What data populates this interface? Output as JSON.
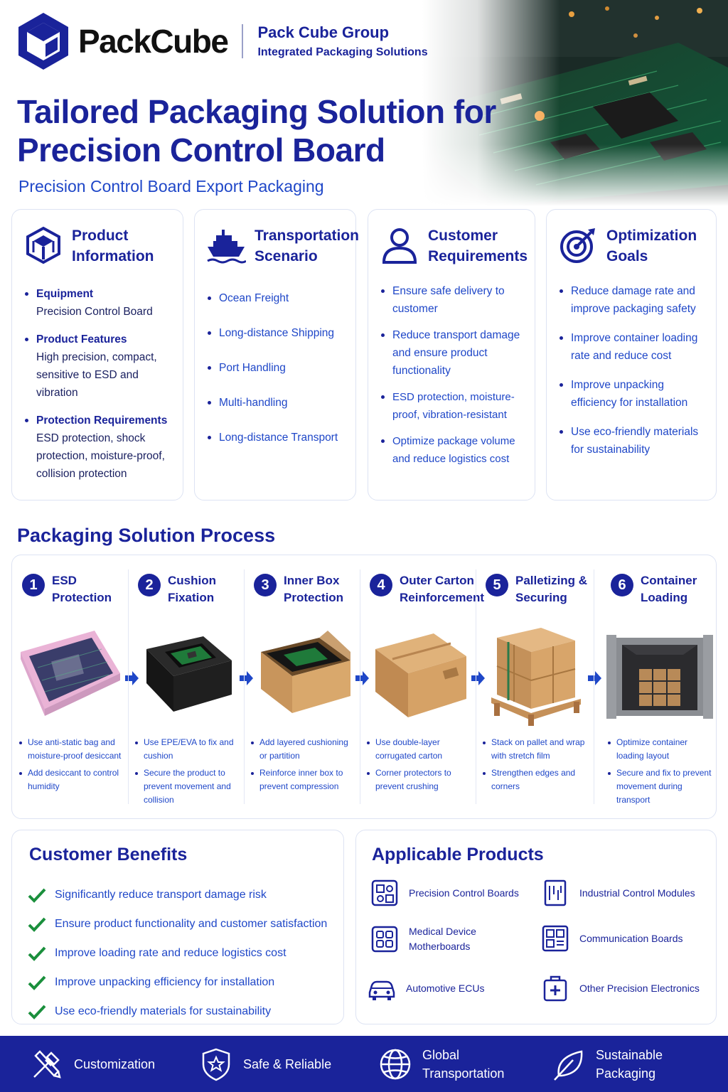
{
  "header": {
    "brand": "PackCube",
    "group_name": "Pack Cube Group",
    "group_tagline": "Integrated Packaging Solutions",
    "title_line1": "Tailored Packaging Solution for",
    "title_line2": "Precision Control Board",
    "subtitle": "Precision Control Board Export Packaging"
  },
  "cards": [
    {
      "title_line1": "Product",
      "title_line2": "Information",
      "icon": "cube-icon",
      "items": [
        {
          "label": "Equipment",
          "value": "Precision Control Board"
        },
        {
          "label": "Product Features",
          "value": "High precision, compact, sensitive to ESD and vibration"
        },
        {
          "label": "Protection Requirements",
          "value": "ESD protection, shock protection, moisture-proof, collision protection"
        }
      ]
    },
    {
      "title_line1": "Transportation",
      "title_line2": "Scenario",
      "icon": "ship-icon",
      "items": [
        "Ocean Freight",
        "Long-distance Shipping",
        "Port Handling",
        "Multi-handling",
        "Long-distance Transport"
      ]
    },
    {
      "title_line1": "Customer",
      "title_line2": "Requirements",
      "icon": "user-icon",
      "items": [
        "Ensure safe delivery to customer",
        "Reduce transport damage and ensure product functionality",
        "ESD protection, moisture-proof, vibration-resistant",
        "Optimize package volume and reduce logistics cost"
      ]
    },
    {
      "title_line1": "Optimization",
      "title_line2": "Goals",
      "icon": "target-icon",
      "items": [
        "Reduce damage rate and improve packaging safety",
        "Improve container loading rate and reduce cost",
        "Improve unpacking efficiency for installation",
        "Use eco-friendly materials for sustainability"
      ]
    }
  ],
  "process": {
    "title": "Packaging Solution Process",
    "steps": [
      {
        "num": "1",
        "line1": "ESD",
        "line2": "Protection",
        "notes": [
          "Use anti-static bag and moisture-proof desiccant",
          "Add desiccant to control humidity"
        ]
      },
      {
        "num": "2",
        "line1": "Cushion",
        "line2": "Fixation",
        "notes": [
          "Use EPE/EVA to fix and cushion",
          "Secure the product to prevent movement and collision"
        ]
      },
      {
        "num": "3",
        "line1": "Inner Box",
        "line2": "Protection",
        "notes": [
          "Add layered cushioning or partition",
          "Reinforce inner box to prevent compression"
        ]
      },
      {
        "num": "4",
        "line1": "Outer Carton",
        "line2": "Reinforcement",
        "notes": [
          "Use double-layer corrugated carton",
          "Corner protectors to prevent crushing"
        ]
      },
      {
        "num": "5",
        "line1": "Palletizing &",
        "line2": "Securing",
        "notes": [
          "Stack on pallet and wrap with stretch film",
          "Strengthen edges and corners"
        ]
      },
      {
        "num": "6",
        "line1": "Container",
        "line2": "Loading",
        "notes": [
          "Optimize container loading layout",
          "Secure and fix to prevent movement during transport"
        ]
      }
    ]
  },
  "benefits": {
    "title": "Customer Benefits",
    "items": [
      "Significantly reduce transport damage risk",
      "Ensure product functionality and customer satisfaction",
      "Improve loading rate and reduce logistics cost",
      "Improve unpacking efficiency for installation",
      "Use eco-friendly materials for sustainability"
    ]
  },
  "applicable": {
    "title": "Applicable Products",
    "items": [
      {
        "line1": "Precision Control Boards",
        "line2": "",
        "icon": "board-icon"
      },
      {
        "line1": "Industrial Control Modules",
        "line2": "",
        "icon": "module-icon"
      },
      {
        "line1": "Medical Device",
        "line2": "Motherboards",
        "icon": "motherboard-icon"
      },
      {
        "line1": "Communication Boards",
        "line2": "",
        "icon": "comm-board-icon"
      },
      {
        "line1": "Automotive ECUs",
        "line2": "",
        "icon": "car-icon"
      },
      {
        "line1": "Other Precision Electronics",
        "line2": "",
        "icon": "medical-kit-icon"
      }
    ]
  },
  "footer": [
    {
      "line1": "Customization",
      "line2": "",
      "icon": "tools-icon"
    },
    {
      "line1": "Safe & Reliable",
      "line2": "",
      "icon": "shield-star-icon"
    },
    {
      "line1": "Global",
      "line2": "Transportation",
      "icon": "globe-icon"
    },
    {
      "line1": "Sustainable",
      "line2": "Packaging",
      "icon": "leaf-icon"
    }
  ],
  "colors": {
    "navy": "#1a239a",
    "blue": "#1f47c8",
    "check_green": "#1a8f3c",
    "border": "#dde3f3"
  }
}
